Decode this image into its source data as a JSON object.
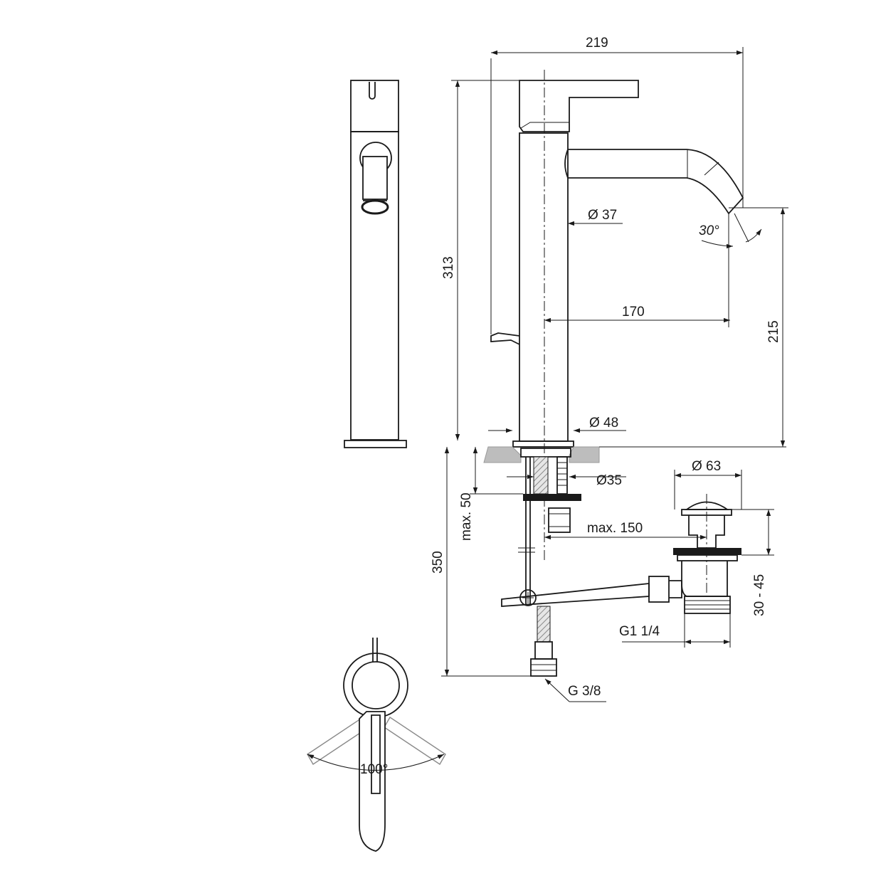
{
  "dimensions": {
    "width_total": "219",
    "height_total": "313",
    "spout_diameter": "Ø 37",
    "spout_angle": "30°",
    "spout_reach": "170",
    "spout_height": "215",
    "base_diameter": "Ø 48",
    "hole_diameter": "Ø35",
    "waste_diameter": "Ø 63",
    "worktop_max": "max. 50",
    "waste_reach": "max. 150",
    "below_height": "350",
    "waste_thread_range": "30 - 45",
    "waste_thread": "G1 1/4",
    "supply_thread": "G 3/8",
    "lever_rotation": "100°"
  }
}
